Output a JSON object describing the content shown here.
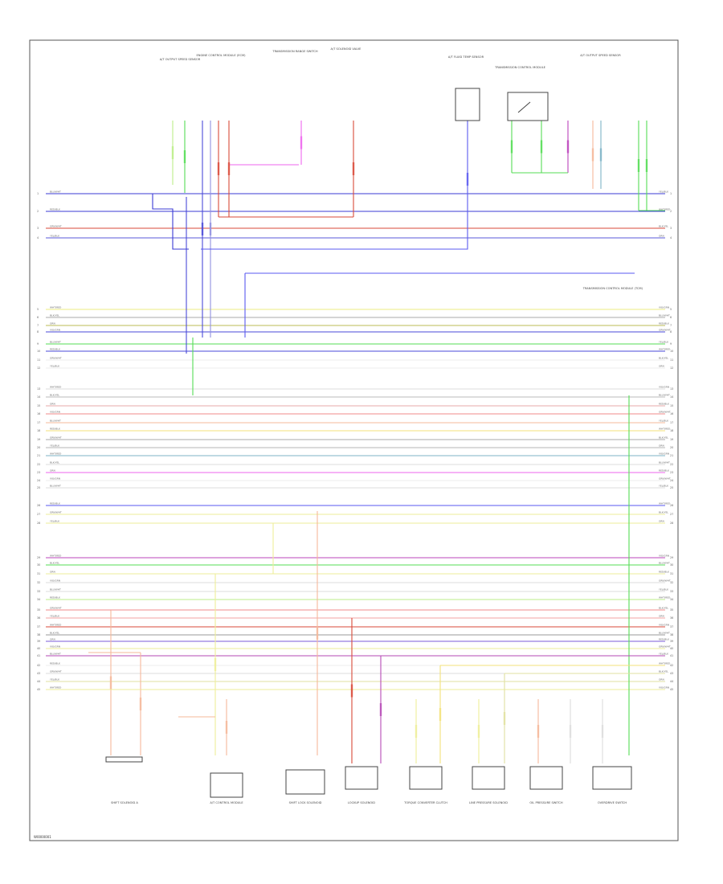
{
  "diagram": {
    "footer_code": "W0000001",
    "top_components": [
      "A/T OUTPUT SPEED SENSOR",
      "ENGINE CONTROL MODULE (ECM)",
      "TRANSMISSION RANGE SWITCH",
      "A/T SOLENOID VALVE",
      "A/T FLUID TEMP SENSOR",
      "TRANSMISSION CONTROL MODULE"
    ],
    "bottom_components": [
      "SHIFT SOLENOID A",
      "A/T CONTROL MODULE",
      "SHIFT LOCK SOLENOID",
      "LOCKUP SOLENOID",
      "TORQUE CONVERTER CLUTCH",
      "LINE PRESSURE SOLENOID",
      "OIL PRESSURE SWITCH",
      "OVERDRIVE SWITCH"
    ],
    "right_note": "TRANSMISSION CONTROL MODULE (TCM)",
    "wire_labels": [
      "BLU/WHT",
      "RED/BLK",
      "GRN/WHT",
      "YEL/BLK",
      "WHT/RED",
      "BLK/YEL",
      "ORN",
      "VIO/GRN"
    ]
  }
}
